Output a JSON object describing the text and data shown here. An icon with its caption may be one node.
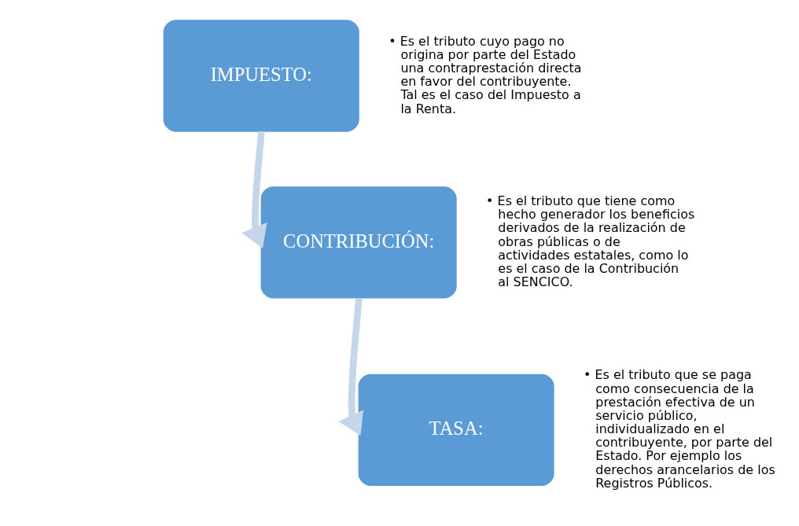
{
  "diagram": {
    "nodes": [
      {
        "text": [
          "IMPUESTO:"
        ],
        "beside": [
          "• Es el tributo cuyo pago no origina por parte del Estado una contraprestación directa en favor del contribuyente. Tal es el caso del Impuesto a la Renta."
        ]
      },
      {
        "text": [
          "CONTRIBUCIÓN:"
        ],
        "beside": [
          "• Es el tributo que tiene como hecho generador los beneficios derivados de la realización de obras públicas o de actividades estatales, como lo es el caso de la Contribución al SENCICO."
        ]
      },
      {
        "text": [
          "TASA:"
        ],
        "beside": [
          "• Es el tributo que se paga como consecuencia de la prestación efectiva de un servicio público, individualizado en el contribuyente, por parte del Estado. Por ejemplo los derechos arancelarios de los Registros Públicos."
        ]
      }
    ],
    "edges": [
      {
        "from": 0,
        "to": 1,
        "arrow": "to"
      },
      {
        "from": 1,
        "to": 2,
        "arrow": "to"
      }
    ]
  }
}
